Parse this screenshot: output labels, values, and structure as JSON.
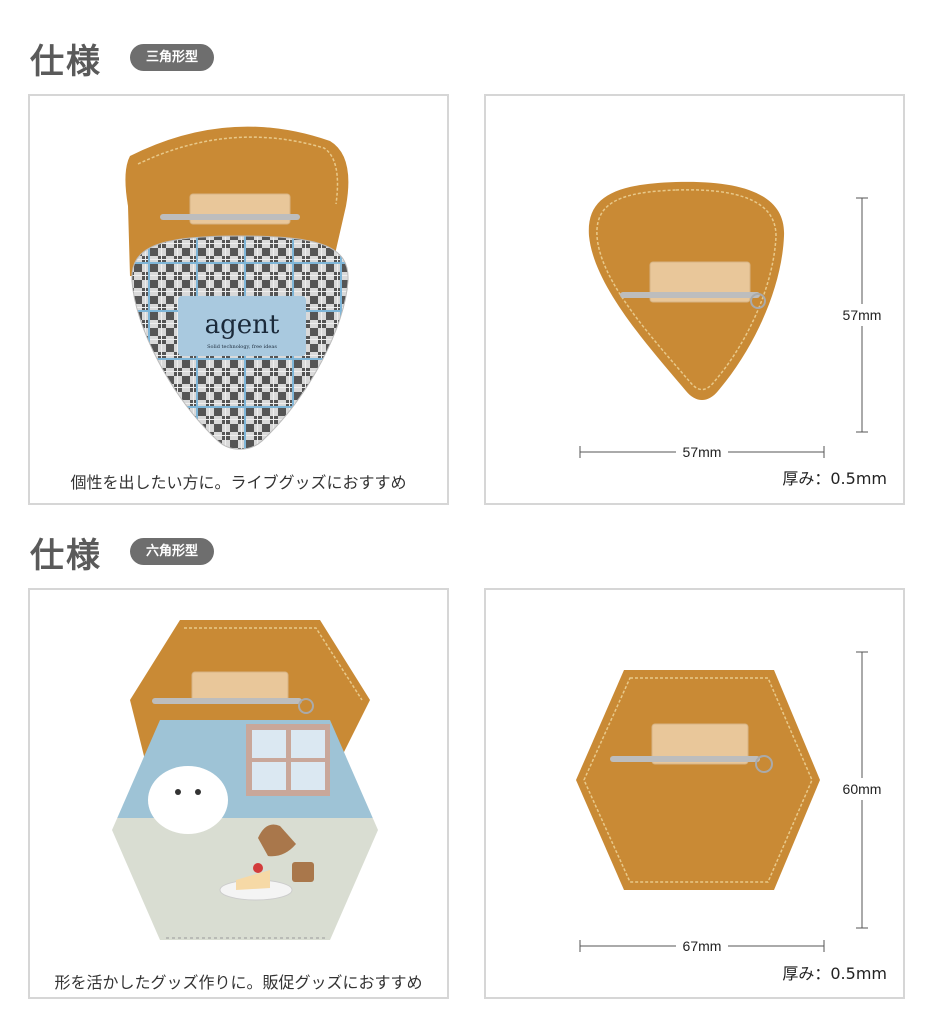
{
  "sections": [
    {
      "title": "仕様",
      "badge": "三角形型",
      "front": {
        "logo_text": "agent",
        "logo_tagline": "Solid technology, free ideas",
        "caption": "個性を出したい方に。ライブグッズにおすすめ"
      },
      "back": {
        "height_label": "57mm",
        "width_label": "57mm",
        "thickness": "厚み：0.5mm"
      }
    },
    {
      "title": "仕様",
      "badge": "六角形型",
      "front": {
        "caption": "形を活かしたグッズ作りに。販促グッズにおすすめ"
      },
      "back": {
        "height_label": "60mm",
        "width_label": "67mm",
        "thickness": "厚み：0.5mm"
      }
    }
  ],
  "colors": {
    "leather": "#c98a35",
    "stitch": "#e8c98a",
    "badge_bg": "#6e6e6e",
    "border": "#d6d6d6",
    "plaid_accent": "#7fb6d8"
  }
}
